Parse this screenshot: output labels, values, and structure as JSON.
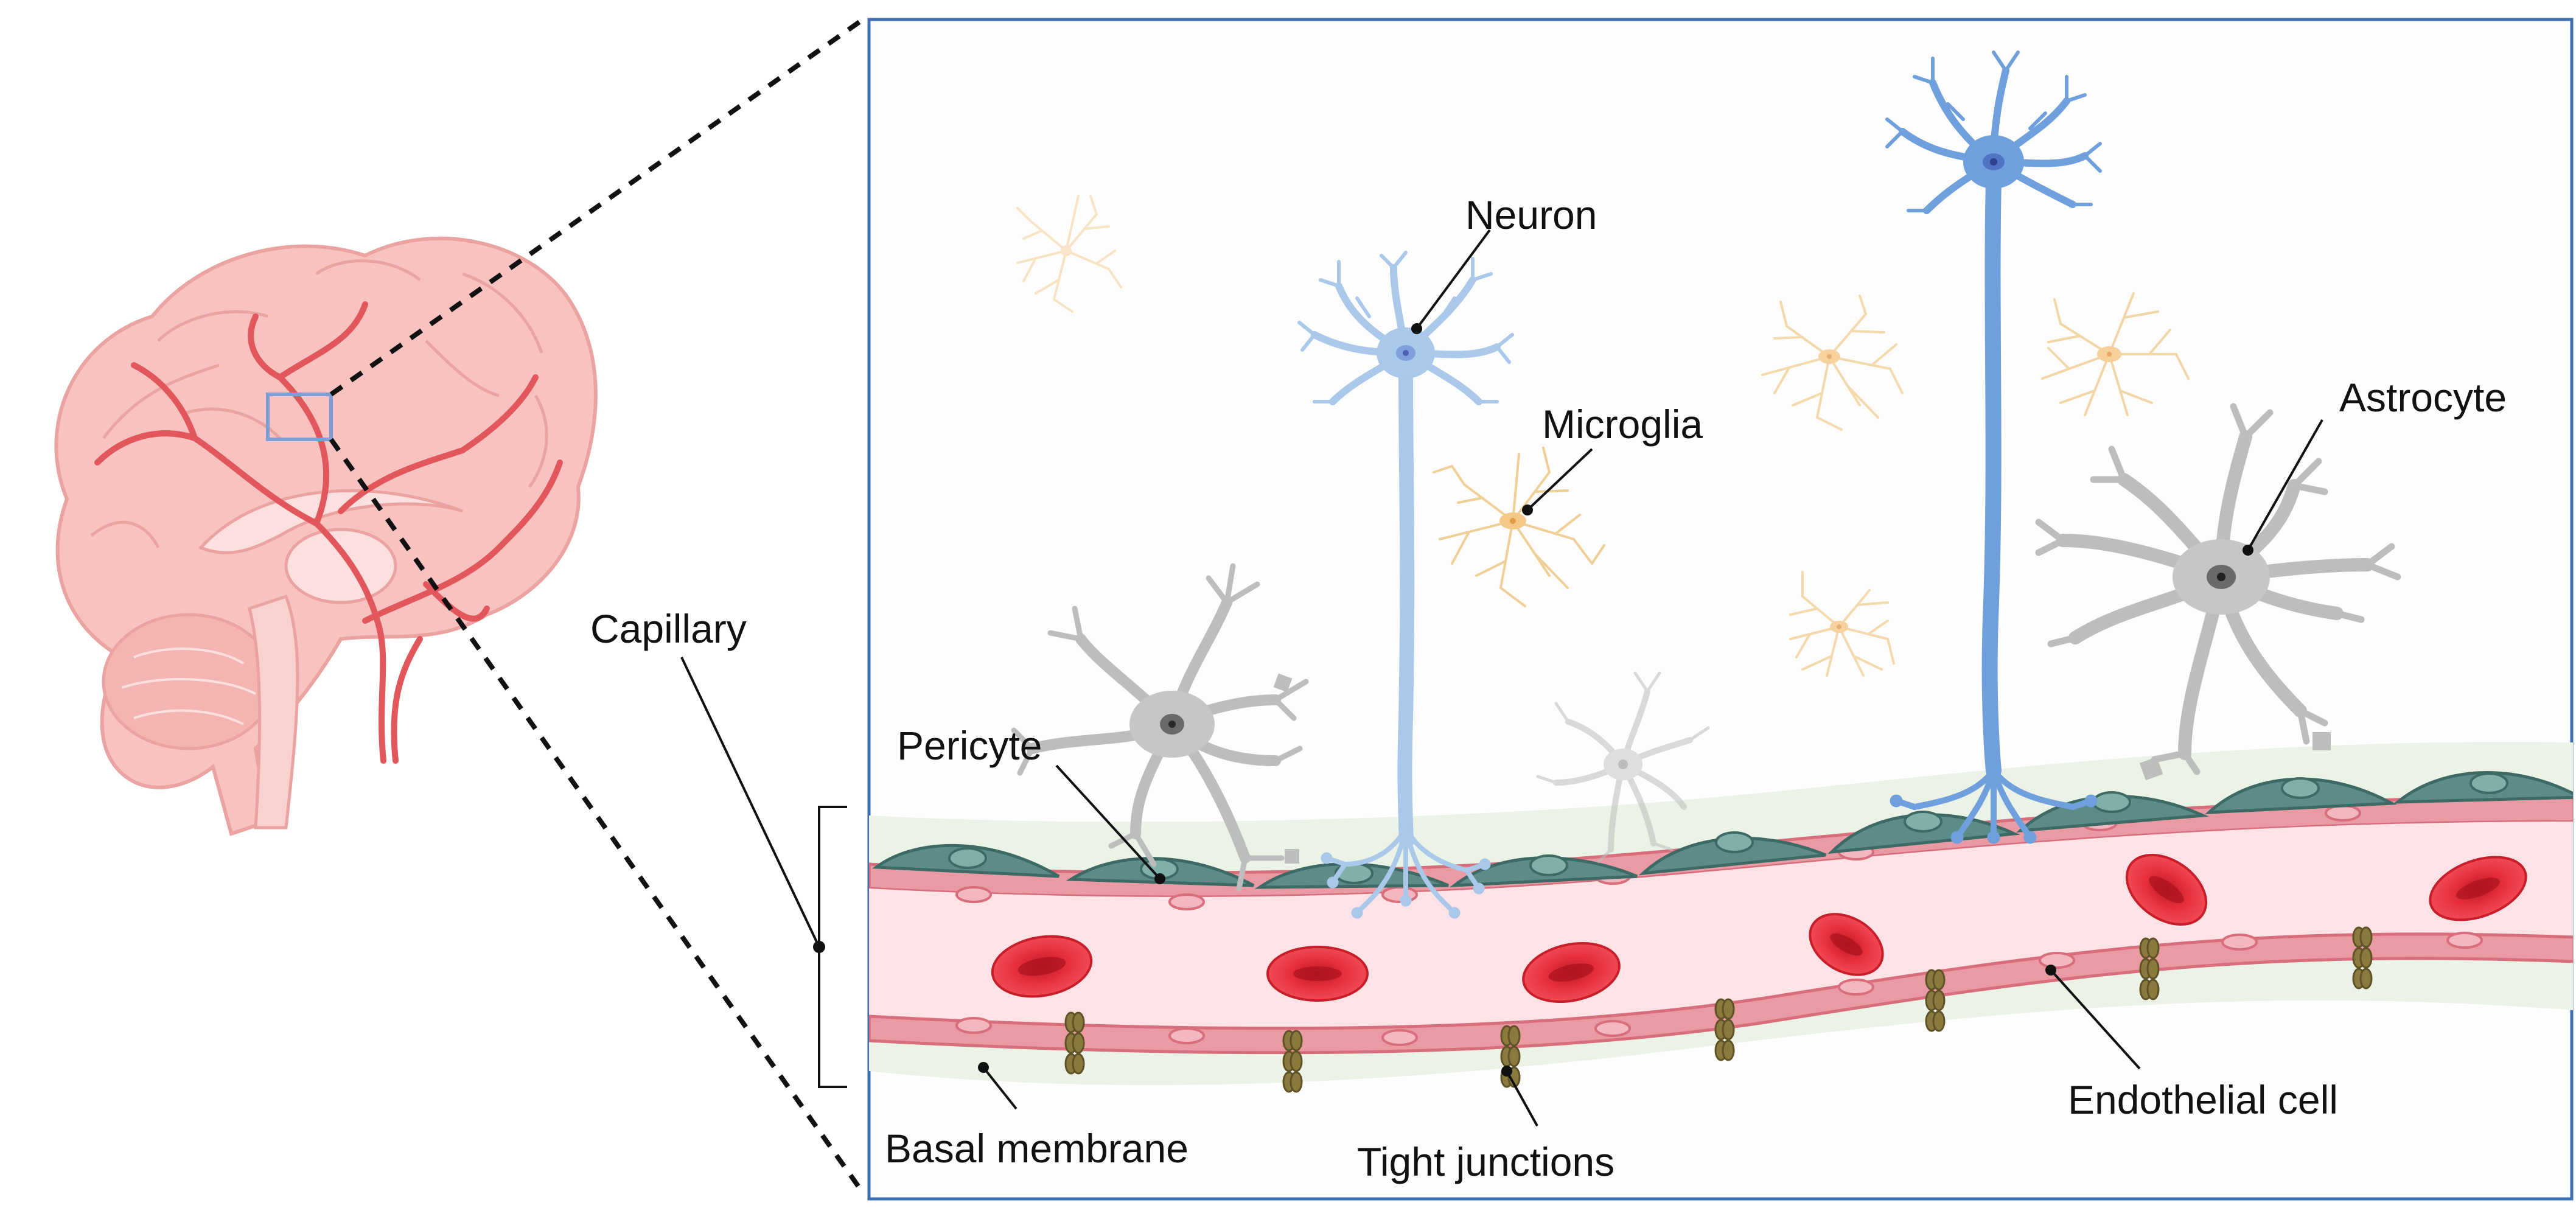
{
  "labels": {
    "neuron": "Neuron",
    "microglia": "Microglia",
    "astrocyte": "Astrocyte",
    "capillary": "Capillary",
    "pericyte": "Pericyte",
    "basal_membrane": "Basal membrane",
    "tight_junctions": "Tight junctions",
    "endothelial_cell": "Endothelial cell"
  },
  "colors": {
    "brain": "#f7c2c0",
    "brain_vessel": "#e2575c",
    "panel_border": "#3f6fb0",
    "neuron": "#a9c8ea",
    "neuron_dark": "#5a8fd0",
    "microglia": "#f3d9a8",
    "astrocyte": "#b9b9b9",
    "pericyte": "#5c8c88",
    "vessel_wall": "#e99aa3",
    "vessel_lumen": "#fde3e6",
    "red_blood_cell": "#e8303c",
    "tight_junction": "#8a7a3e",
    "basal_membrane": "#eaf3e6"
  }
}
